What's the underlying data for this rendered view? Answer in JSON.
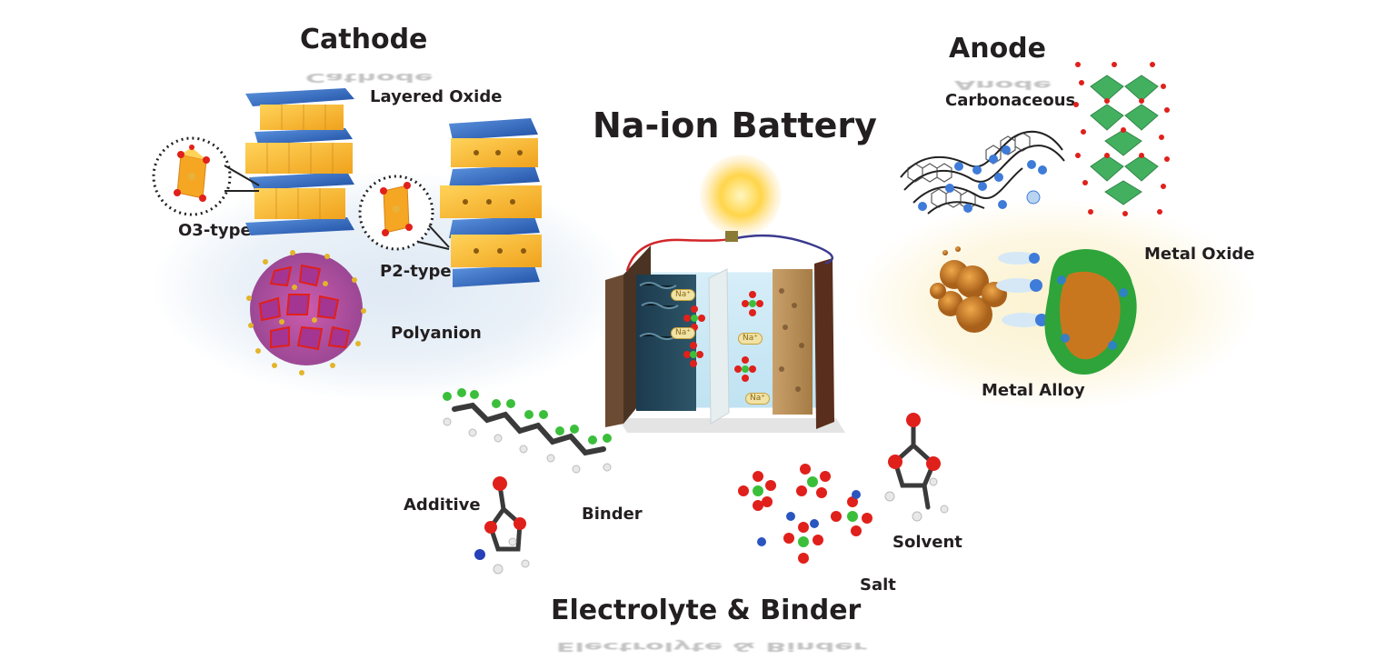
{
  "title": "Na-ion Battery",
  "sections": {
    "cathode": {
      "heading": "Cathode",
      "labels": {
        "layered_oxide": "Layered Oxide",
        "o3_type": "O3-type",
        "p2_type": "P2-type",
        "polyanion": "Polyanion"
      }
    },
    "anode": {
      "heading": "Anode",
      "labels": {
        "carbonaceous": "Carbonaceous",
        "metal_oxide": "Metal Oxide",
        "metal_alloy": "Metal Alloy"
      }
    },
    "electrolyte": {
      "heading": "Electrolyte & Binder",
      "labels": {
        "additive": "Additive",
        "binder": "Binder",
        "solvent": "Solvent",
        "salt": "Salt"
      }
    }
  },
  "battery": {
    "ion_label": "Na⁺"
  },
  "colors": {
    "text": "#231f20",
    "octa_orange": "#f5a623",
    "octa_blue": "#2f6fc4",
    "polyanion_magenta": "#b4359b",
    "oxygen_red": "#e0201b",
    "fluorine_green": "#3bbf3b",
    "carbon_dark": "#3a3a3a",
    "sodium_blue": "#2a55c0",
    "metal_oxide_green": "#2fa84f",
    "alloy_copper": "#c9771f"
  }
}
